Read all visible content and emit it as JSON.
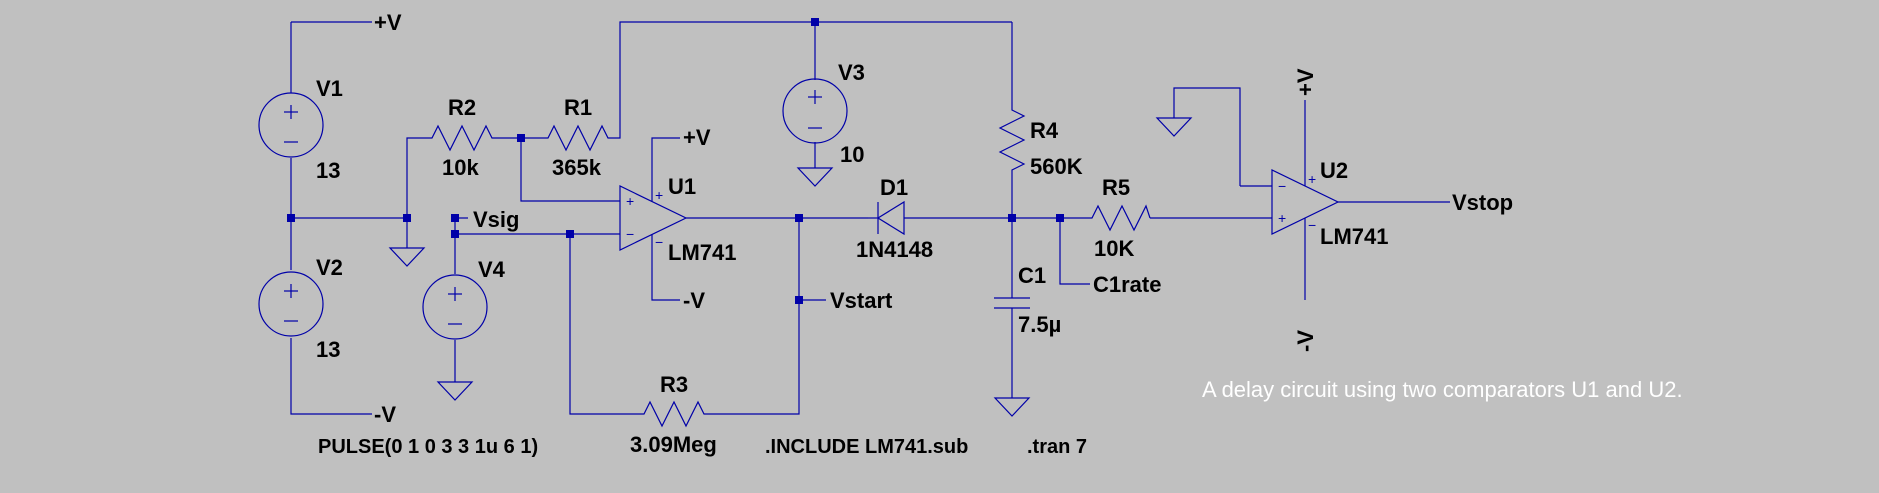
{
  "schematic": {
    "components": {
      "v1": {
        "name": "V1",
        "value": "13"
      },
      "v2": {
        "name": "V2",
        "value": "13"
      },
      "v3": {
        "name": "V3",
        "value": "10"
      },
      "v4": {
        "name": "V4",
        "value": "PULSE(0 1 0 3 3 1u 6 1)"
      },
      "r1": {
        "name": "R1",
        "value": "365k"
      },
      "r2": {
        "name": "R2",
        "value": "10k"
      },
      "r3": {
        "name": "R3",
        "value": "3.09Meg"
      },
      "r4": {
        "name": "R4",
        "value": "560K"
      },
      "r5": {
        "name": "R5",
        "value": "10K"
      },
      "c1": {
        "name": "C1",
        "value": "7.5µ"
      },
      "d1": {
        "name": "D1",
        "value": "1N4148"
      },
      "u1": {
        "name": "U1",
        "value": "LM741"
      },
      "u2": {
        "name": "U2",
        "value": "LM741"
      }
    },
    "nets": {
      "pos_supply": "+V",
      "neg_supply": "-V",
      "vsig": "Vsig",
      "vstart": "Vstart",
      "vstop": "Vstop",
      "c1rate": "C1rate"
    },
    "directives": {
      "include": ".INCLUDE LM741.sub",
      "tran": ".tran 7"
    },
    "comment": "A delay circuit using two comparators U1 and U2.",
    "colors": {
      "background": "#c0c0c0",
      "wire": "#0000a8",
      "label": "#000000",
      "comment": "#ffffff"
    }
  }
}
